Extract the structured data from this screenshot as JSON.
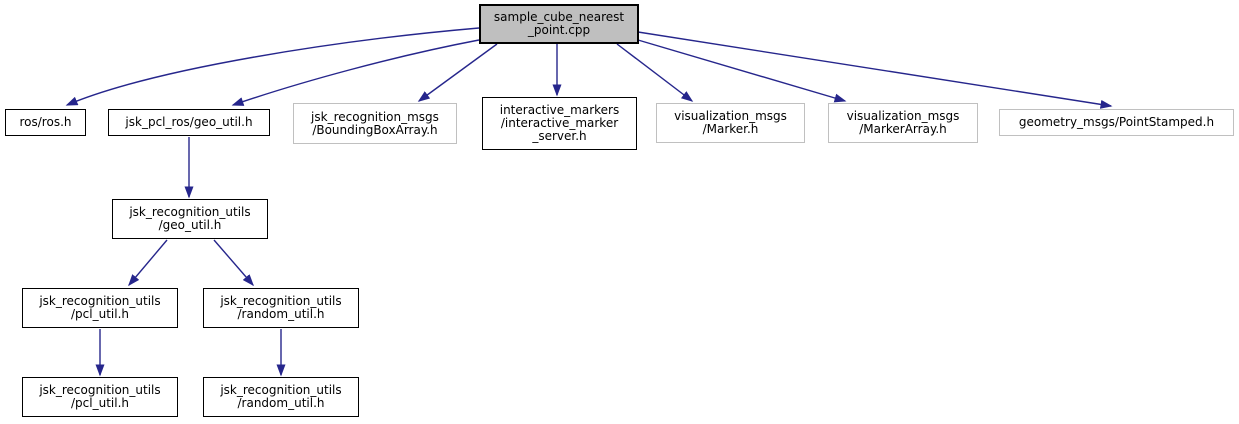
{
  "diagram": {
    "kind": "include-dependency-graph",
    "root_file": "sample_cube_nearest_point.cpp",
    "colors": {
      "edge": "#26268c",
      "root_fill": "#bfbfbf",
      "node_fill": "#ffffff",
      "internal_border": "#000000",
      "external_border": "#c0c0c0",
      "text": "#000000",
      "background": "#ffffff"
    },
    "nodes": [
      {
        "id": "root",
        "label": "sample_cube_nearest\n_point.cpp",
        "kind": "root"
      },
      {
        "id": "ros",
        "label": "ros/ros.h",
        "kind": "internal"
      },
      {
        "id": "pcl_ros_geo",
        "label": "jsk_pcl_ros/geo_util.h",
        "kind": "internal"
      },
      {
        "id": "bbox_array",
        "label": "jsk_recognition_msgs\n/BoundingBoxArray.h",
        "kind": "external"
      },
      {
        "id": "interactive",
        "label": "interactive_markers\n/interactive_marker\n_server.h",
        "kind": "internal"
      },
      {
        "id": "marker",
        "label": "visualization_msgs\n/Marker.h",
        "kind": "external"
      },
      {
        "id": "marker_array",
        "label": "visualization_msgs\n/MarkerArray.h",
        "kind": "external"
      },
      {
        "id": "point_stamped",
        "label": "geometry_msgs/PointStamped.h",
        "kind": "external"
      },
      {
        "id": "utils_geo",
        "label": "jsk_recognition_utils\n/geo_util.h",
        "kind": "internal"
      },
      {
        "id": "utils_pcl",
        "label": "jsk_recognition_utils\n/pcl_util.h",
        "kind": "internal"
      },
      {
        "id": "utils_random",
        "label": "jsk_recognition_utils\n/random_util.h",
        "kind": "internal"
      },
      {
        "id": "utils_pcl_2",
        "label": "jsk_recognition_utils\n/pcl_util.h",
        "kind": "internal"
      },
      {
        "id": "utils_random_2",
        "label": "jsk_recognition_utils\n/random_util.h",
        "kind": "internal"
      }
    ],
    "edges": [
      {
        "from": "root",
        "to": "ros"
      },
      {
        "from": "root",
        "to": "pcl_ros_geo"
      },
      {
        "from": "root",
        "to": "bbox_array"
      },
      {
        "from": "root",
        "to": "interactive"
      },
      {
        "from": "root",
        "to": "marker"
      },
      {
        "from": "root",
        "to": "marker_array"
      },
      {
        "from": "root",
        "to": "point_stamped"
      },
      {
        "from": "pcl_ros_geo",
        "to": "utils_geo"
      },
      {
        "from": "utils_geo",
        "to": "utils_pcl"
      },
      {
        "from": "utils_geo",
        "to": "utils_random"
      },
      {
        "from": "utils_pcl",
        "to": "utils_pcl_2"
      },
      {
        "from": "utils_random",
        "to": "utils_random_2"
      }
    ]
  }
}
